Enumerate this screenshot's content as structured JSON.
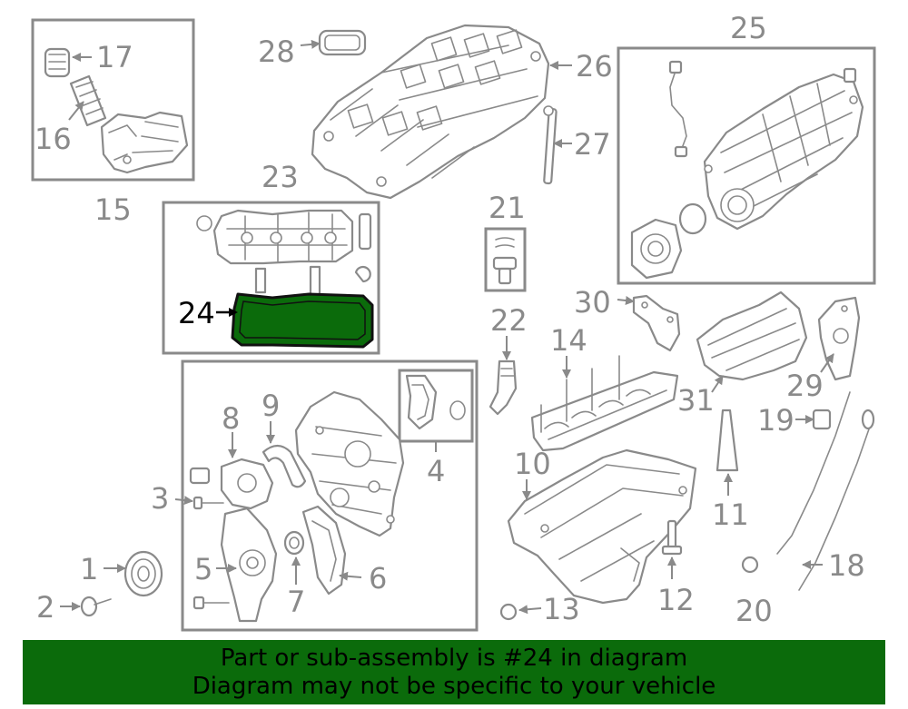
{
  "colors": {
    "highlight": "#0b6b0b",
    "line": "#8a8a8a",
    "background": "#ffffff"
  },
  "callouts": {
    "c1": "1",
    "c2": "2",
    "c3": "3",
    "c4": "4",
    "c5": "5",
    "c6": "6",
    "c7": "7",
    "c8": "8",
    "c9": "9",
    "c10": "10",
    "c11": "11",
    "c12": "12",
    "c13": "13",
    "c14": "14",
    "c15": "15",
    "c16": "16",
    "c17": "17",
    "c18": "18",
    "c19": "19",
    "c20": "20",
    "c21": "21",
    "c22": "22",
    "c23": "23",
    "c24": "24",
    "c25": "25",
    "c26": "26",
    "c27": "27",
    "c28": "28",
    "c29": "29",
    "c30": "30",
    "c31": "31"
  },
  "highlighted_part": "24",
  "banner": {
    "line1": "Part or sub-assembly is #24 in diagram",
    "line2": "Diagram may not be specific to your vehicle"
  }
}
